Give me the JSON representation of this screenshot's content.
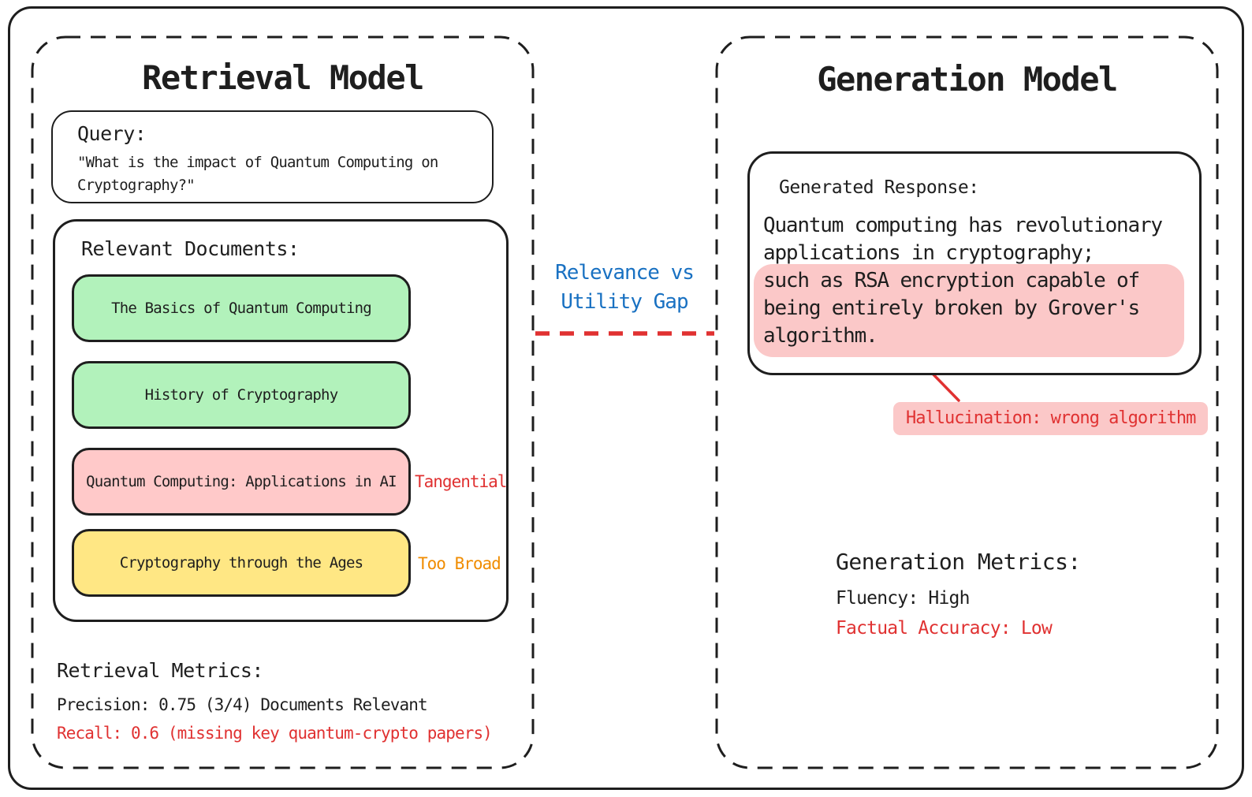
{
  "colors": {
    "ink": "#1e1e1e",
    "green_doc": "#b2f2bb",
    "pink_doc": "#ffc9c9",
    "yellow_doc": "#ffe784",
    "red_accent": "#e03131",
    "orange_accent": "#f08c00",
    "blue_accent": "#1971c2",
    "highlight_pink": "#fbc8c8"
  },
  "left_panel": {
    "title": "Retrieval Model",
    "query": {
      "heading": "Query:",
      "text": "\"What is the impact of Quantum Computing on Cryptography?\""
    },
    "documents": {
      "heading": "Relevant Documents:",
      "items": [
        {
          "title": "The Basics of Quantum Computing",
          "color": "#b2f2bb"
        },
        {
          "title": "History of Cryptography",
          "color": "#b2f2bb"
        },
        {
          "title": "Quantum Computing: Applications in AI",
          "color": "#ffc9c9",
          "tag": "Tangential"
        },
        {
          "title": "Cryptography through the Ages",
          "color": "#ffe784",
          "tag": "Too Broad"
        }
      ]
    },
    "metrics": {
      "heading": "Retrieval Metrics:",
      "precision": "Precision: 0.75 (3/4) Documents Relevant",
      "recall": "Recall: 0.6 (missing key quantum-crypto papers)"
    }
  },
  "middle": {
    "gap_label": {
      "line1": "Relevance vs",
      "line2": "Utility Gap"
    }
  },
  "right_panel": {
    "title": "Generation Model",
    "response": {
      "heading": "Generated Response:",
      "lines": [
        "Quantum computing has revolutionary",
        "applications in cryptography;",
        "such as RSA encryption capable of",
        "being entirely broken by Grover's",
        "algorithm."
      ]
    },
    "hallucination_label": "Hallucination: wrong algorithm",
    "metrics": {
      "heading": "Generation Metrics:",
      "fluency": "Fluency: High",
      "accuracy": "Factual Accuracy: Low"
    }
  }
}
